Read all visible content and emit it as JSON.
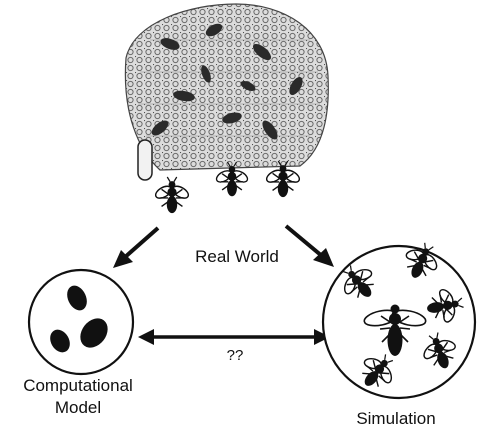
{
  "labels": {
    "real_world": "Real World",
    "unknown_relation": "??",
    "model_line1": "Computational",
    "model_line2": "Model",
    "simulation": "Simulation"
  },
  "nodes": [
    {
      "id": "real-world",
      "depiction": "beehive-comb-with-bees"
    },
    {
      "id": "computational-model",
      "depiction": "circle-with-three-black-ovals"
    },
    {
      "id": "simulation",
      "depiction": "circle-with-bee-agents"
    }
  ],
  "edges": [
    {
      "from": "real-world",
      "to": "computational-model",
      "type": "arrow"
    },
    {
      "from": "real-world",
      "to": "simulation",
      "type": "arrow"
    },
    {
      "from": "computational-model",
      "to": "simulation",
      "type": "double-arrow",
      "label": "??"
    }
  ],
  "colors": {
    "ink": "#111111",
    "background": "#ffffff",
    "comb_light": "#e2e2e2",
    "comb_mid": "#9a9a9a"
  }
}
